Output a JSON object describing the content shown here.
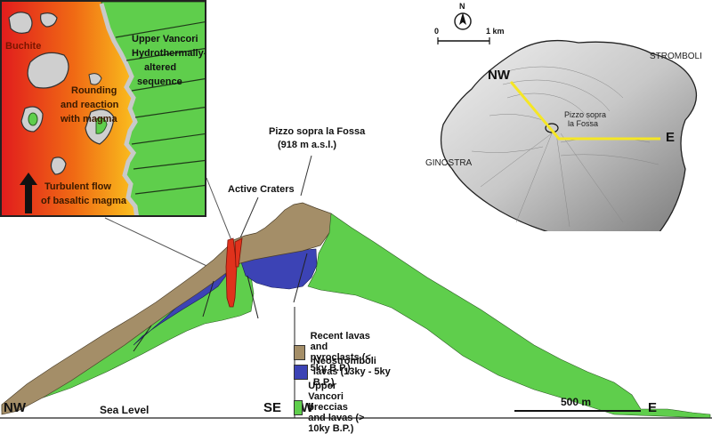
{
  "inset": {
    "buchite": "Buchite",
    "hydro_line1": "Upper Vancori",
    "hydro_line2": "Hydrothermally-",
    "hydro_line3": "altered",
    "hydro_line4": "sequence",
    "rounding_line1": "Rounding",
    "rounding_line2": "and reaction",
    "rounding_line3": "with magma",
    "flow_line1": "Turbulent flow",
    "flow_line2": "of basaltic magma"
  },
  "summit": {
    "name": "Pizzo sopra la Fossa",
    "elevation": "(918 m a.s.l.)"
  },
  "craters_label": "Active Craters",
  "profile": {
    "nw": "NW",
    "se": "SE",
    "w": "W",
    "e": "E",
    "sea_level": "Sea Level",
    "scale": "500 m"
  },
  "map": {
    "north": "N",
    "scale_start": "0",
    "scale_end": "1 km",
    "nw": "NW",
    "e": "E",
    "stromboli": "STROMBOLI",
    "ginostra": "GINOSTRA",
    "pizzo_line1": "Pizzo sopra",
    "pizzo_line2": "la Fossa"
  },
  "legend": [
    {
      "label": "Recent lavas and pyroclasts (< 5ky B.P.)",
      "color": "#a48e68"
    },
    {
      "label": "Neostromboli lavas (13ky - 5ky B.P.)",
      "color": "#3c43b5"
    },
    {
      "label": "Upper Vancori breccias and lavas (> 10ky B.P.)",
      "color": "#5fce4c"
    }
  ],
  "colors": {
    "recent": "#a48e68",
    "neo": "#3c43b5",
    "upper": "#5fce4c",
    "magma": "#e0321c"
  }
}
